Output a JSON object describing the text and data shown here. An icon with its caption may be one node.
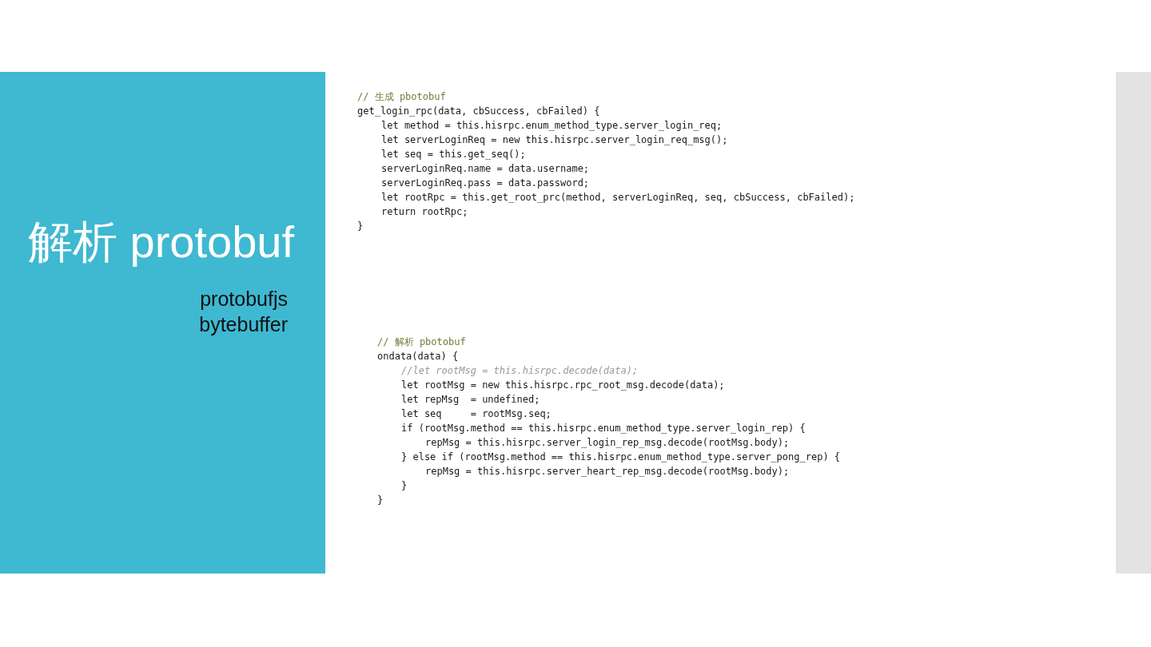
{
  "diagram": {
    "title": "解析 protobuf",
    "nodes": [
      {
        "text": [],
        "shape": "bar"
      }
    ],
    "labels": [
      "protobufjs",
      "bytebuffer",
      "// 生成 pbotobuf",
      "get_login_rpc(data, cbSuccess, cbFailed) {",
      "let method = this.hisrpc.enum_method_type.server_login_req;",
      "let serverLoginReq = new this.hisrpc.server_login_req_msg();",
      "let seq = this.get_seq();",
      "serverLoginReq.name = data.username;",
      "serverLoginReq.pass = data.password;",
      "let rootRpc = this.get_root_prc(method, serverLoginReq, seq, cbSuccess, cbFailed);",
      "return rootRpc;",
      "}",
      "// 解析 pbotobuf",
      "ondata(data) {",
      "//let rootMsg = this.hisrpc.decode(data);",
      "let rootMsg = new this.hisrpc.rpc_root_msg.decode(data);",
      "let repMsg  = undefined;",
      "let seq     = rootMsg.seq;",
      "if (rootMsg.method == this.hisrpc.enum_method_type.server_login_rep) {",
      "repMsg = this.hisrpc.server_login_rep_msg.decode(rootMsg.body);",
      "} else if (rootMsg.method == this.hisrpc.enum_method_type.server_pong_rep) {",
      "repMsg = this.hisrpc.server_heart_rep_msg.decode(rootMsg.body);",
      "}",
      "}"
    ]
  }
}
